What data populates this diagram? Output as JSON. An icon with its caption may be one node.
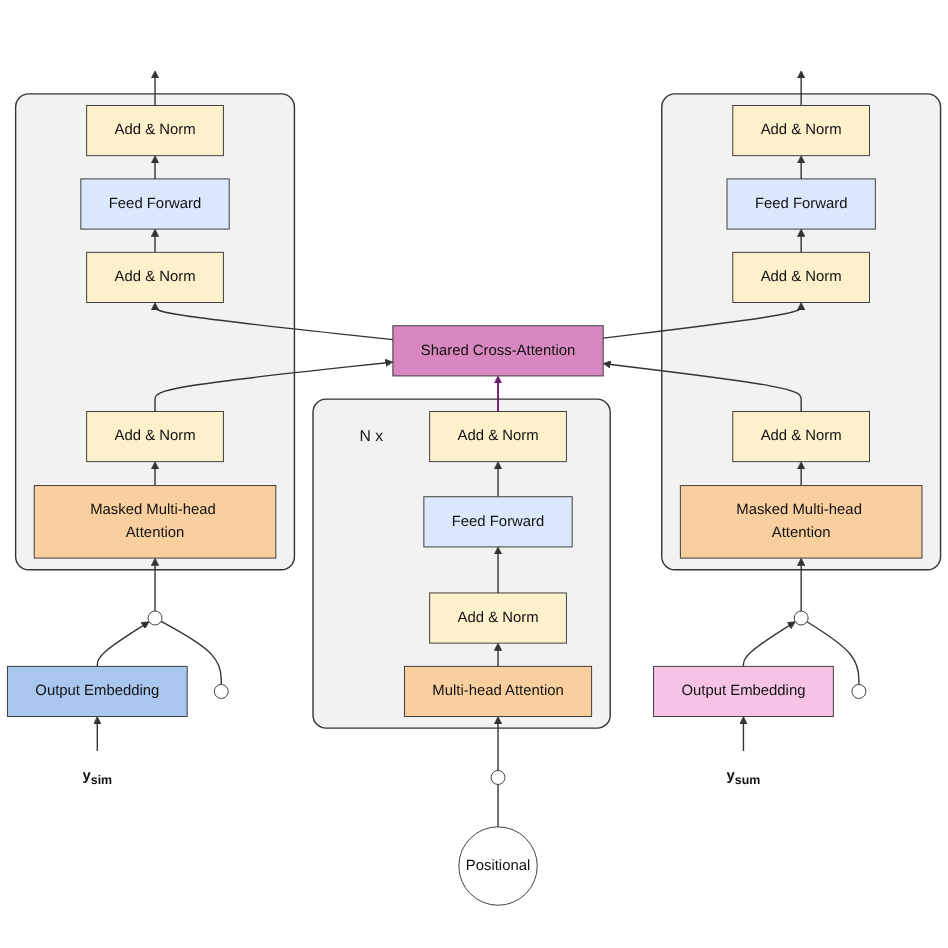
{
  "diagram": {
    "nodes": [
      {
        "text": [],
        "shape": "box"
      },
      {
        "text": [
          "Add & Norm"
        ],
        "in": 0
      },
      {
        "text": [
          "Feed Forward"
        ],
        "in": 0
      },
      {
        "text": [
          "Add & Norm"
        ],
        "in": 0
      },
      {
        "text": [
          "Add & Norm"
        ],
        "in": 0
      },
      {
        "text": [
          "Masked Multi-head Attention"
        ],
        "in": 0
      },
      {
        "text": [
          "Shared Cross-Attention"
        ]
      },
      {
        "text": [],
        "shape": "box"
      },
      {
        "text": [
          "Add & Norm"
        ],
        "in": 7
      },
      {
        "text": [
          "Feed Forward"
        ],
        "in": 7
      },
      {
        "text": [
          "Add & Norm"
        ],
        "in": 7
      },
      {
        "text": [
          "Add & Norm"
        ],
        "in": 7
      },
      {
        "text": [
          "Masked Multi-head Attention"
        ],
        "in": 7
      },
      {
        "text": [],
        "shape": "box",
        "beside": [
          "N x"
        ]
      },
      {
        "text": [
          "Add & Norm"
        ],
        "in": 13
      },
      {
        "text": [
          "Feed Forward"
        ],
        "in": 13
      },
      {
        "text": [
          "Add & Norm"
        ],
        "in": 13
      },
      {
        "text": [
          "Multi-head Attention"
        ],
        "in": 13
      },
      {
        "text": [],
        "shape": "circle"
      },
      {
        "text": [
          "Output Embedding"
        ]
      },
      {
        "text": [
          "y$_{sim}$"
        ]
      },
      {
        "text": [],
        "shape": "circle"
      },
      {
        "text": [
          "Output Embedding"
        ]
      },
      {
        "text": [
          "y$_{sum}$"
        ]
      },
      {
        "text": [
          "Positional"
        ]
      },
      {
        "text": [],
        "shape": "circle"
      },
      {
        "text": [],
        "shape": "circle"
      },
      {
        "text": [],
        "shape": "circle"
      }
    ],
    "edges": [
      {
        "from": 20,
        "to": 19,
        "arrow": "to"
      },
      {
        "from": 19,
        "to": 18,
        "arrow": "to"
      },
      {
        "from": 26,
        "to": 18,
        "arrow": "none"
      },
      {
        "from": 18,
        "to": 5,
        "arrow": "to"
      },
      {
        "from": 5,
        "to": 4,
        "arrow": "to"
      },
      {
        "from": 4,
        "to": 6,
        "arrow": "to"
      },
      {
        "from": 6,
        "to": 3,
        "arrow": "to"
      },
      {
        "from": 3,
        "to": 2,
        "arrow": "to"
      },
      {
        "from": 2,
        "to": 1,
        "arrow": "to"
      },
      {
        "from": 1,
        "to": null,
        "arrow": "to"
      },
      {
        "from": 24,
        "to": 25,
        "arrow": "none"
      },
      {
        "from": 25,
        "to": 17,
        "arrow": "to"
      },
      {
        "from": 17,
        "to": 16,
        "arrow": "to"
      },
      {
        "from": 16,
        "to": 15,
        "arrow": "to"
      },
      {
        "from": 15,
        "to": 14,
        "arrow": "to"
      },
      {
        "from": 14,
        "to": 6,
        "arrow": "to",
        "color": "#6a1b6e"
      },
      {
        "from": 23,
        "to": 22,
        "arrow": "to"
      },
      {
        "from": 22,
        "to": 21,
        "arrow": "to"
      },
      {
        "from": 27,
        "to": 21,
        "arrow": "none"
      },
      {
        "from": 21,
        "to": 12,
        "arrow": "to"
      },
      {
        "from": 12,
        "to": 11,
        "arrow": "to"
      },
      {
        "from": 11,
        "to": 6,
        "arrow": "to"
      },
      {
        "from": 6,
        "to": 10,
        "arrow": "to"
      },
      {
        "from": 10,
        "to": 9,
        "arrow": "to"
      },
      {
        "from": 9,
        "to": 8,
        "arrow": "to"
      },
      {
        "from": 8,
        "to": null,
        "arrow": "to"
      }
    ]
  }
}
